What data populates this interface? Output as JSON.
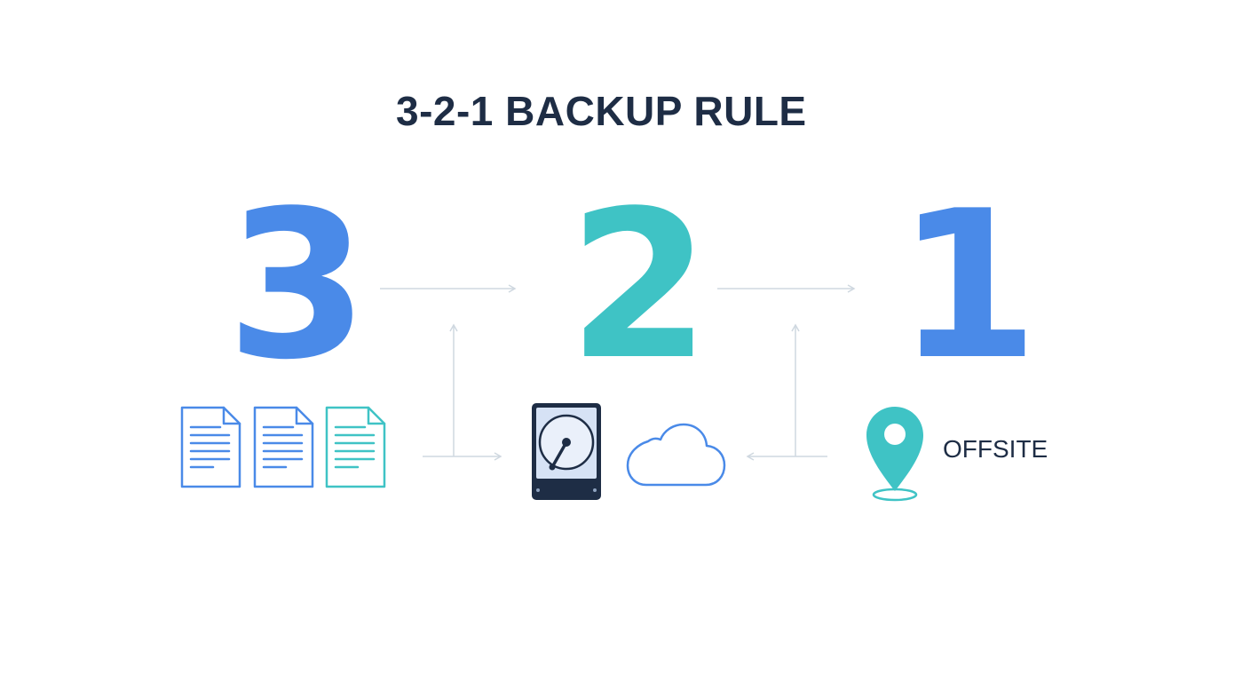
{
  "title": "3-2-1 BACKUP RULE",
  "steps": [
    {
      "digit": "3",
      "color": "#4a8ae8",
      "icons": [
        "document-icon",
        "document-icon",
        "document-icon"
      ]
    },
    {
      "digit": "2",
      "color": "#3fc3c5",
      "icons": [
        "hard-drive-icon",
        "cloud-icon"
      ]
    },
    {
      "digit": "1",
      "color": "#4a8ae8",
      "icons": [
        "location-pin-icon"
      ],
      "label": "OFFSITE"
    }
  ],
  "colors": {
    "blue": "#4a8ae8",
    "teal": "#3fc3c5",
    "navy": "#1e2d45",
    "connector": "#cfd8e0"
  }
}
